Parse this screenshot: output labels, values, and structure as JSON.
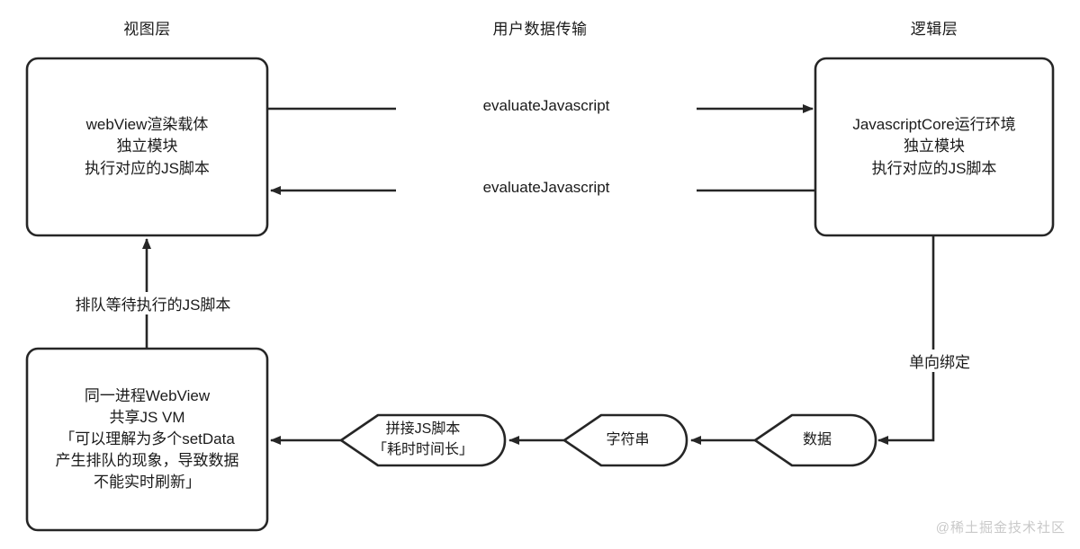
{
  "diagram": {
    "title_top_view": "视图层",
    "title_top_center": "用户数据传输",
    "title_top_logic": "逻辑层",
    "watermark": "@稀土掘金技术社区",
    "stroke_color": "#262626",
    "fill_color": "#ffffff",
    "text_color": "#1a1a1a",
    "watermark_color": "#c9c9c9"
  },
  "nodes": {
    "view_layer_box": {
      "lines": [
        "webView渲染载体",
        "独立模块",
        "执行对应的JS脚本"
      ]
    },
    "logic_layer_box": {
      "lines": [
        "JavascriptCore运行环境",
        "独立模块",
        "执行对应的JS脚本"
      ]
    },
    "webview_process_box": {
      "lines": [
        "同一进程WebView",
        "共享JS VM",
        "「可以理解为多个setData",
        "产生排队的现象，导致数据",
        "不能实时刷新」"
      ]
    },
    "concat_script_hex": {
      "lines": [
        "拼接JS脚本",
        "「耗时时间长」"
      ]
    },
    "string_hex": {
      "lines": [
        "字符串"
      ]
    },
    "data_hex": {
      "lines": [
        "数据"
      ]
    }
  },
  "edges": {
    "view_to_logic": "evaluateJavascript",
    "logic_to_view": "evaluateJavascript",
    "queue_to_view": "排队等待执行的JS脚本",
    "one_way_binding": "单向绑定"
  }
}
